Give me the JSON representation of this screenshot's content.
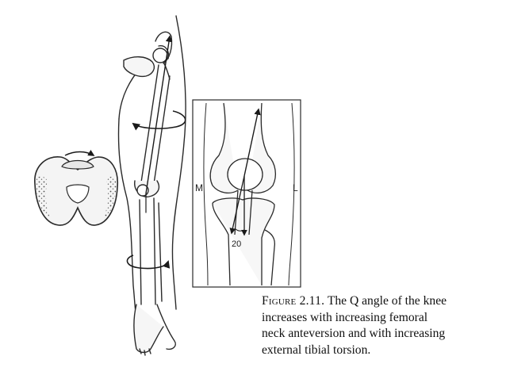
{
  "figure": {
    "inset_labels": {
      "medial": "M",
      "lateral": "L",
      "angle": "20"
    },
    "line_color": "#2a2a2a",
    "background": "#ffffff"
  },
  "caption": {
    "label": "Figure 2.11.",
    "line1": "The Q angle of the knee",
    "line2": "increases with increasing femoral",
    "line3": "neck anteversion and with increasing",
    "line4": "external tibial torsion."
  }
}
